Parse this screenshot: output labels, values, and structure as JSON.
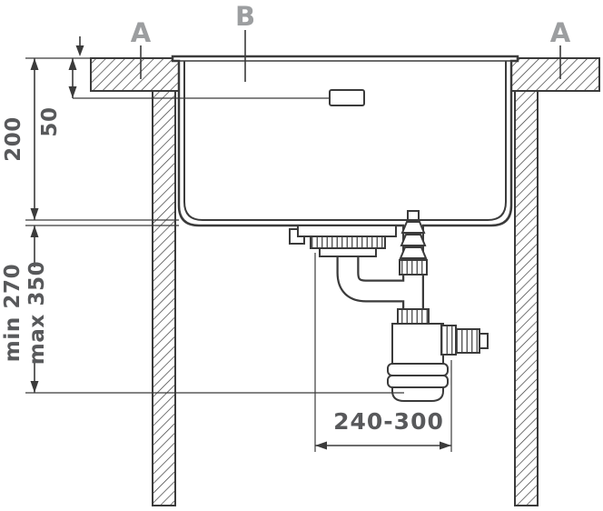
{
  "callouts": {
    "left": "A",
    "top": "B",
    "right": "A"
  },
  "dimensions": {
    "depth": "200",
    "overflow": "50",
    "min": "min 270",
    "max": "max 350",
    "range": "240-300"
  },
  "colors": {
    "line": "#3b3b3b",
    "label": "#9c9ea0",
    "dimension": "#58595b",
    "background": "#ffffff"
  }
}
